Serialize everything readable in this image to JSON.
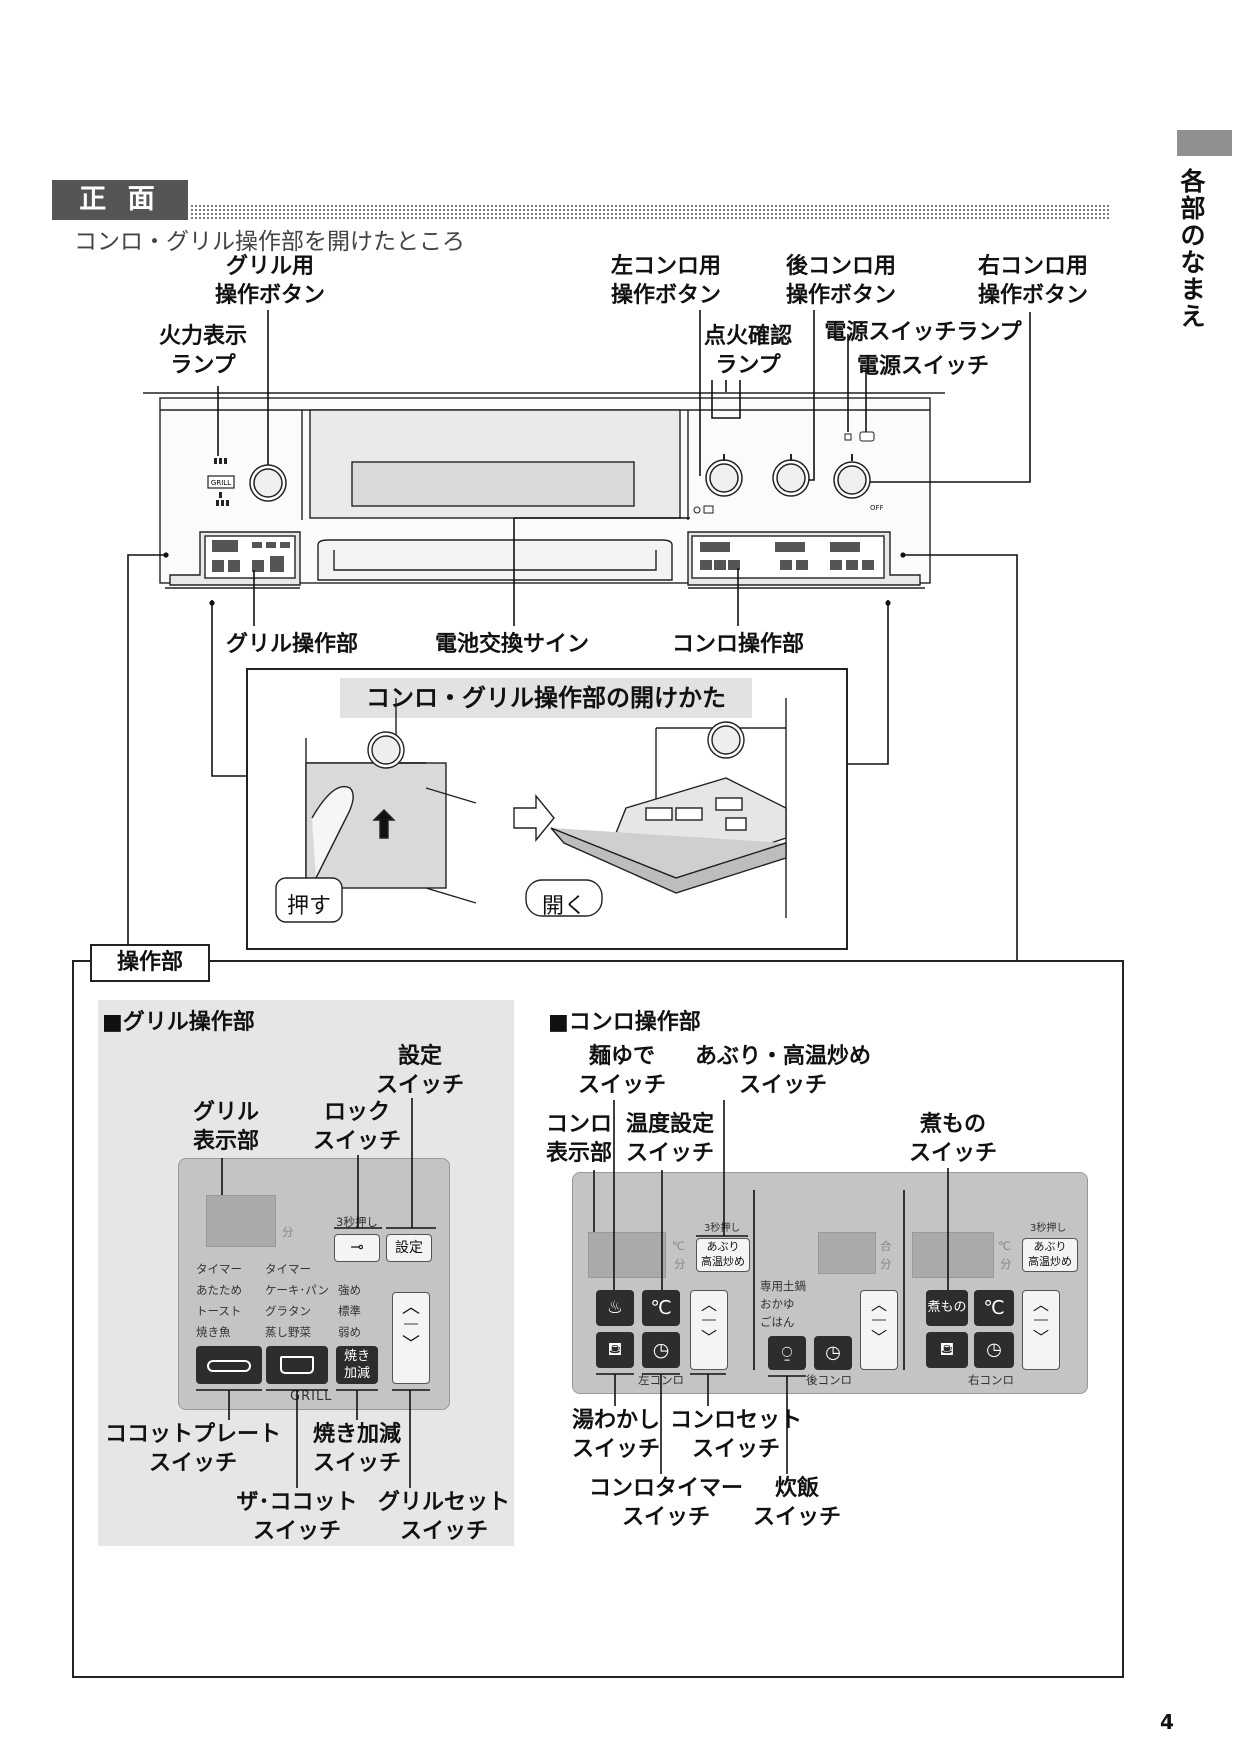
{
  "side_tab": {
    "label": "各部のなまえ"
  },
  "page_number": "4",
  "section": {
    "title": "正 面",
    "subtitle": "コンロ・グリル操作部を開けたところ"
  },
  "front_labels": {
    "grill_button": "グリル用\n操作ボタン",
    "flame_lamp": "火力表示\nランプ",
    "left_burner_button": "左コンロ用\n操作ボタン",
    "ignition_lamp": "点火確認\nランプ",
    "rear_burner_button": "後コンロ用\n操作ボタン",
    "right_burner_button": "右コンロ用\n操作ボタン",
    "power_lamp": "電源スイッチランプ",
    "power_switch": "電源スイッチ",
    "grill_panel": "グリル操作部",
    "battery_sign": "電池交換サイン",
    "stove_panel": "コンロ操作部"
  },
  "device": {
    "grill_badge": "GRILL",
    "off_label": "OFF"
  },
  "opening": {
    "title": "コンロ・グリル操作部の開けかた",
    "push": "押す",
    "open": "開く"
  },
  "control": {
    "box_title": "操作部",
    "grill_section": {
      "heading": "■グリル操作部",
      "labels": {
        "settings": "設定\nスイッチ",
        "display": "グリル\n表示部",
        "lock": "ロック\nスイッチ",
        "cocotte_plate": "ココットプレート\nスイッチ",
        "yakikagen": "焼き加減\nスイッチ",
        "the_cocotte": "ザ･ココット\nスイッチ",
        "grill_set": "グリルセット\nスイッチ"
      },
      "panel": {
        "min_unit": "分",
        "three_sec": "3秒押し",
        "settings_key": "設定",
        "col1": [
          "タイマー",
          "あたため",
          "トースト",
          "焼き魚"
        ],
        "col2": [
          "タイマー",
          "ケーキ･パン",
          "グラタン",
          "蒸し野菜"
        ],
        "col3": [
          "強め",
          "標準",
          "弱め"
        ],
        "yakikagen_key": "焼き\n加減",
        "grill_text": "GRILL"
      }
    },
    "stove_section": {
      "heading": "■コンロ操作部",
      "labels": {
        "menyude": "麺ゆで\nスイッチ",
        "aburi": "あぶり・高温炒め\nスイッチ",
        "display": "コンロ\n表示部",
        "temp": "温度設定\nスイッチ",
        "nimono": "煮もの\nスイッチ",
        "yuwakashi": "湯わかし\nスイッチ",
        "set": "コンロセット\nスイッチ",
        "timer": "コンロタイマー\nスイッチ",
        "rice": "炊飯\nスイッチ"
      },
      "panel": {
        "deg_unit": "℃",
        "min_unit": "分",
        "go_unit": "合",
        "three_sec": "3秒押し",
        "aburi_key": "あぶり\n高温炒め",
        "rice_modes": [
          "専用土鍋",
          "おかゆ",
          "ごはん"
        ],
        "nimono_key": "煮もの",
        "left": "左コンロ",
        "rear": "後コンロ",
        "right": "右コンロ"
      }
    }
  }
}
